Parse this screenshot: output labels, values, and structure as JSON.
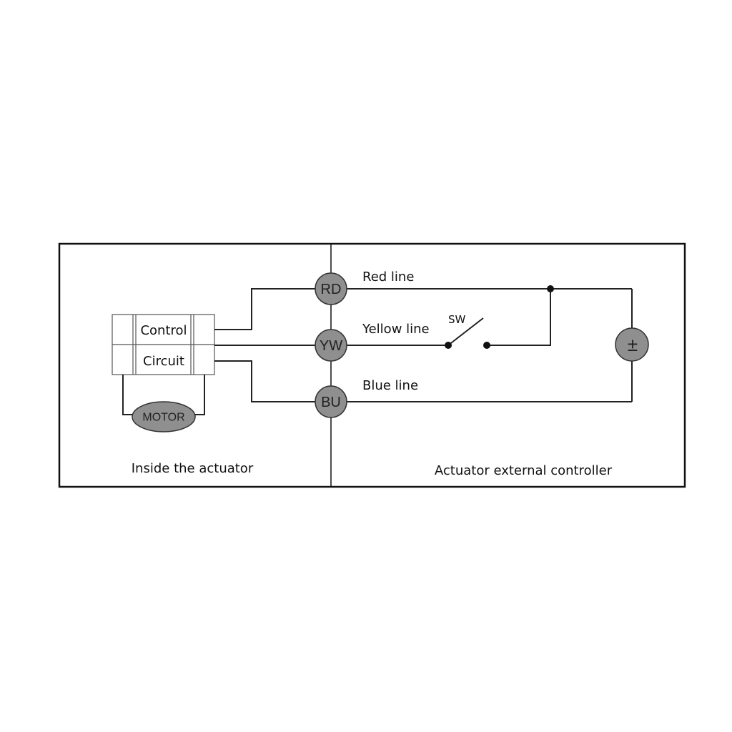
{
  "terminals": {
    "red": "RD",
    "yellow": "YW",
    "blue": "BU"
  },
  "lines": {
    "red": "Red line",
    "yellow": "Yellow line",
    "blue": "Blue line"
  },
  "switch_label": "SW",
  "power_symbol": "±",
  "control_circuit": {
    "line1": "Control",
    "line2": "Circuit"
  },
  "motor_label": "MOTOR",
  "sections": {
    "left": "Inside the actuator",
    "right": "Actuator external controller"
  }
}
